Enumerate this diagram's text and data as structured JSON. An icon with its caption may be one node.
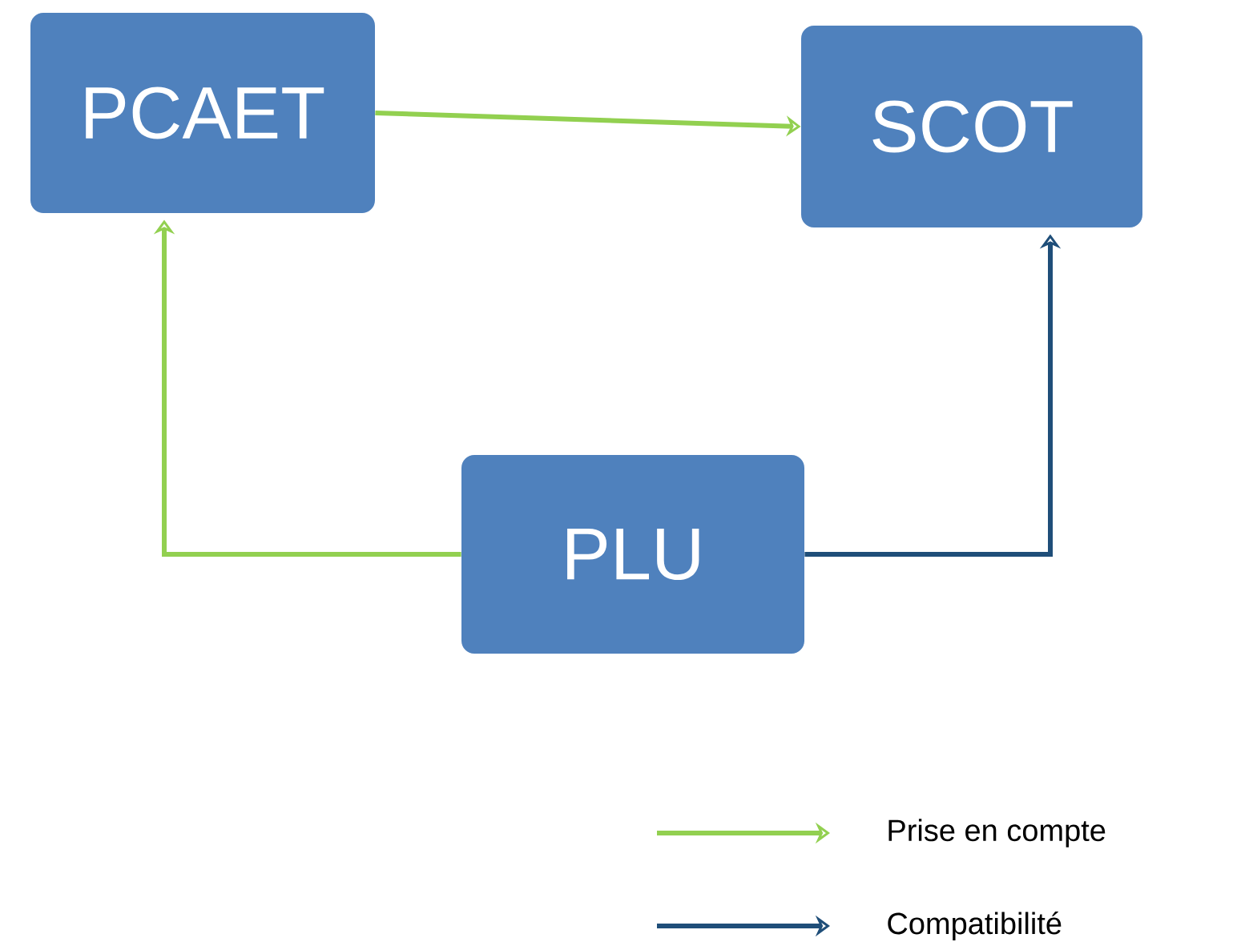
{
  "diagram": {
    "nodes": [
      {
        "text": [
          "PCAET"
        ]
      },
      {
        "text": [
          "SCOT"
        ]
      },
      {
        "text": [
          "PLU"
        ]
      }
    ],
    "edges": [
      {
        "from": 0,
        "to": 1,
        "arrow": "to"
      },
      {
        "from": 2,
        "to": 0,
        "arrow": "to"
      },
      {
        "from": 2,
        "to": 1,
        "arrow": "to",
        "color": "#1f4e79"
      }
    ],
    "legend": [
      {
        "text": "Prise en compte"
      },
      {
        "text": "Compatibilité"
      }
    ]
  }
}
